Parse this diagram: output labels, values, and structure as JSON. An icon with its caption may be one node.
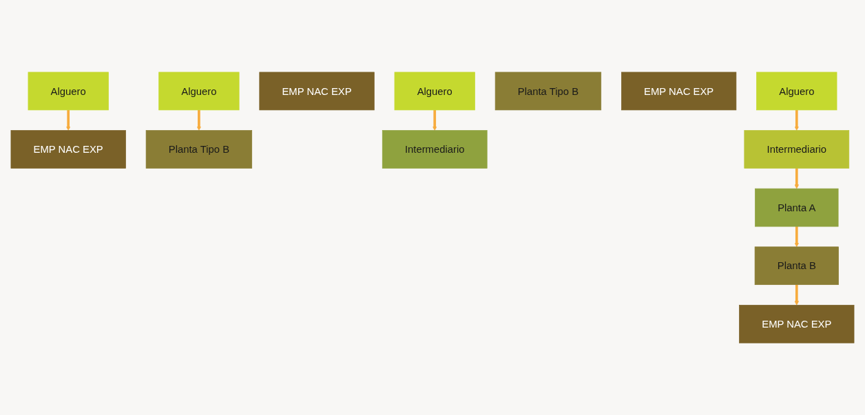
{
  "diagram": {
    "nodes": [
      {
        "text": [
          "Alguero"
        ]
      },
      {
        "text": [
          "EMP NAC EXP"
        ]
      },
      {
        "text": [
          "Alguero"
        ]
      },
      {
        "text": [
          "Planta Tipo B"
        ]
      },
      {
        "text": [
          "EMP NAC EXP"
        ]
      },
      {
        "text": [
          "Alguero"
        ]
      },
      {
        "text": [
          "Intermediario"
        ]
      },
      {
        "text": [
          "Planta Tipo B"
        ]
      },
      {
        "text": [
          "EMP NAC EXP"
        ]
      },
      {
        "text": [
          "Alguero"
        ]
      },
      {
        "text": [
          "Intermediario"
        ]
      },
      {
        "text": [
          "Planta A"
        ]
      },
      {
        "text": [
          "Planta B"
        ]
      },
      {
        "text": [
          "EMP NAC EXP"
        ]
      }
    ],
    "edges": [
      {
        "from": 0,
        "to": 1,
        "arrow": "to"
      },
      {
        "from": 2,
        "to": 3,
        "arrow": "to"
      },
      {
        "from": 5,
        "to": 6,
        "arrow": "to"
      },
      {
        "from": 9,
        "to": 10,
        "arrow": "to"
      },
      {
        "from": 10,
        "to": 11,
        "arrow": "to"
      },
      {
        "from": 11,
        "to": 12,
        "arrow": "to"
      },
      {
        "from": 12,
        "to": 13,
        "arrow": "to"
      }
    ]
  }
}
